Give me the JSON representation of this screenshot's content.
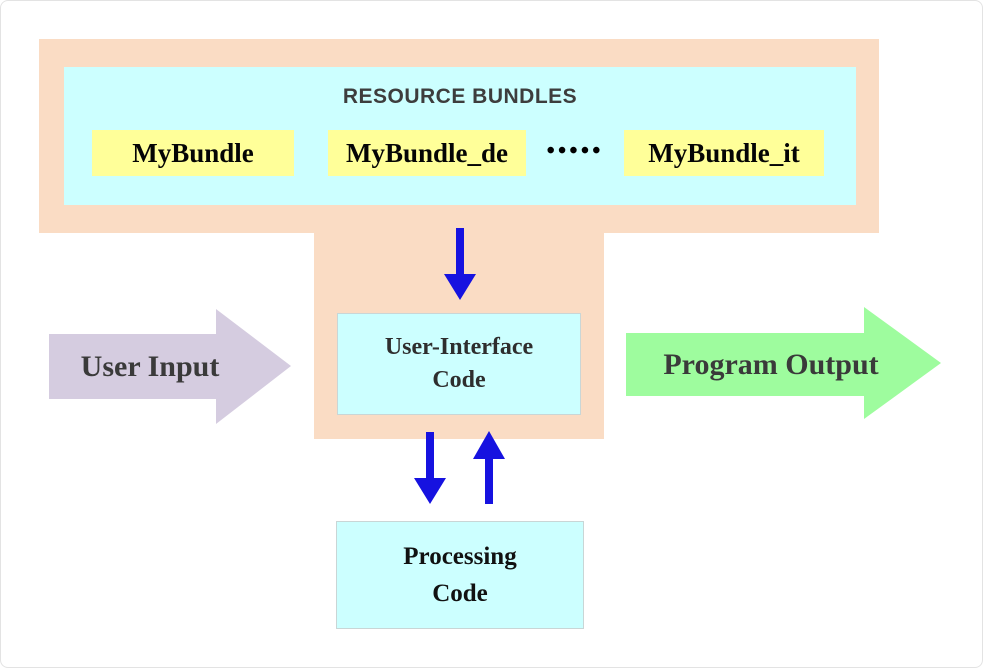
{
  "colors": {
    "peach": "#fadcc4",
    "cyan": "#ccffff",
    "yellow": "#ffff99",
    "lavender": "#d5cce0",
    "green": "#9efc9e",
    "blue": "#1612e0",
    "text_dark": "#3a3a3a"
  },
  "resource_bundles": {
    "title": "RESOURCE BUNDLES",
    "items": [
      {
        "label": "MyBundle"
      },
      {
        "label": "MyBundle_de"
      },
      {
        "label": "MyBundle_it"
      }
    ],
    "ellipsis": "•••••"
  },
  "flow": {
    "user_input_label": "User Input",
    "program_output_label": "Program Output",
    "ui_code_line1": "User-Interface",
    "ui_code_line2": "Code",
    "processing_line1": "Processing",
    "processing_line2": "Code"
  }
}
